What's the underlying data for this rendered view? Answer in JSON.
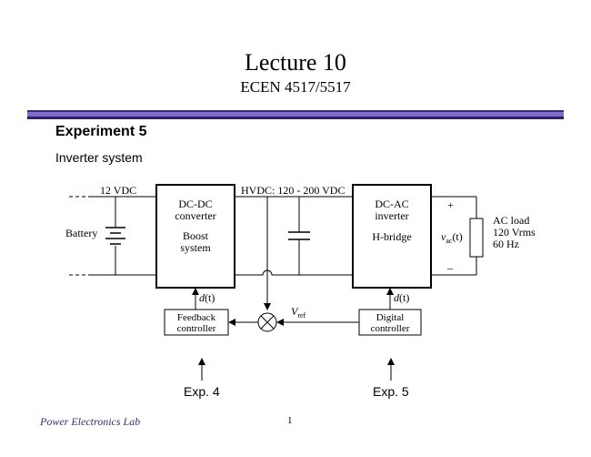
{
  "title": "Lecture 10",
  "subtitle": "ECEN 4517/5517",
  "heading": "Experiment 5",
  "subheading": "Inverter system",
  "diagram": {
    "input_voltage": "12 VDC",
    "battery": "Battery",
    "boost_line1": "DC-DC",
    "boost_line2": "converter",
    "boost_line3": "Boost",
    "boost_line4": "system",
    "hvdc": "HVDC: 120 - 200 VDC",
    "inverter_line1": "DC-AC",
    "inverter_line2": "inverter",
    "inverter_line3": "H-bridge",
    "vac_main": "v",
    "vac_sub": "ac",
    "vac_arg": "(t)",
    "plus": "+",
    "minus": "–",
    "load_line1": "AC load",
    "load_line2": "120 Vrms",
    "load_line3": "60 Hz",
    "d1_main": "d",
    "d1_arg": "(t)",
    "d2_main": "d",
    "d2_arg": "(t)",
    "vref_main": "V",
    "vref_sub": "ref",
    "feedback_line1": "Feedback",
    "feedback_line2": "controller",
    "digital_line1": "Digital",
    "digital_line2": "controller"
  },
  "exp4": "Exp. 4",
  "exp5": "Exp. 5",
  "footer_left": "Power Electronics Lab",
  "page_number": "1"
}
